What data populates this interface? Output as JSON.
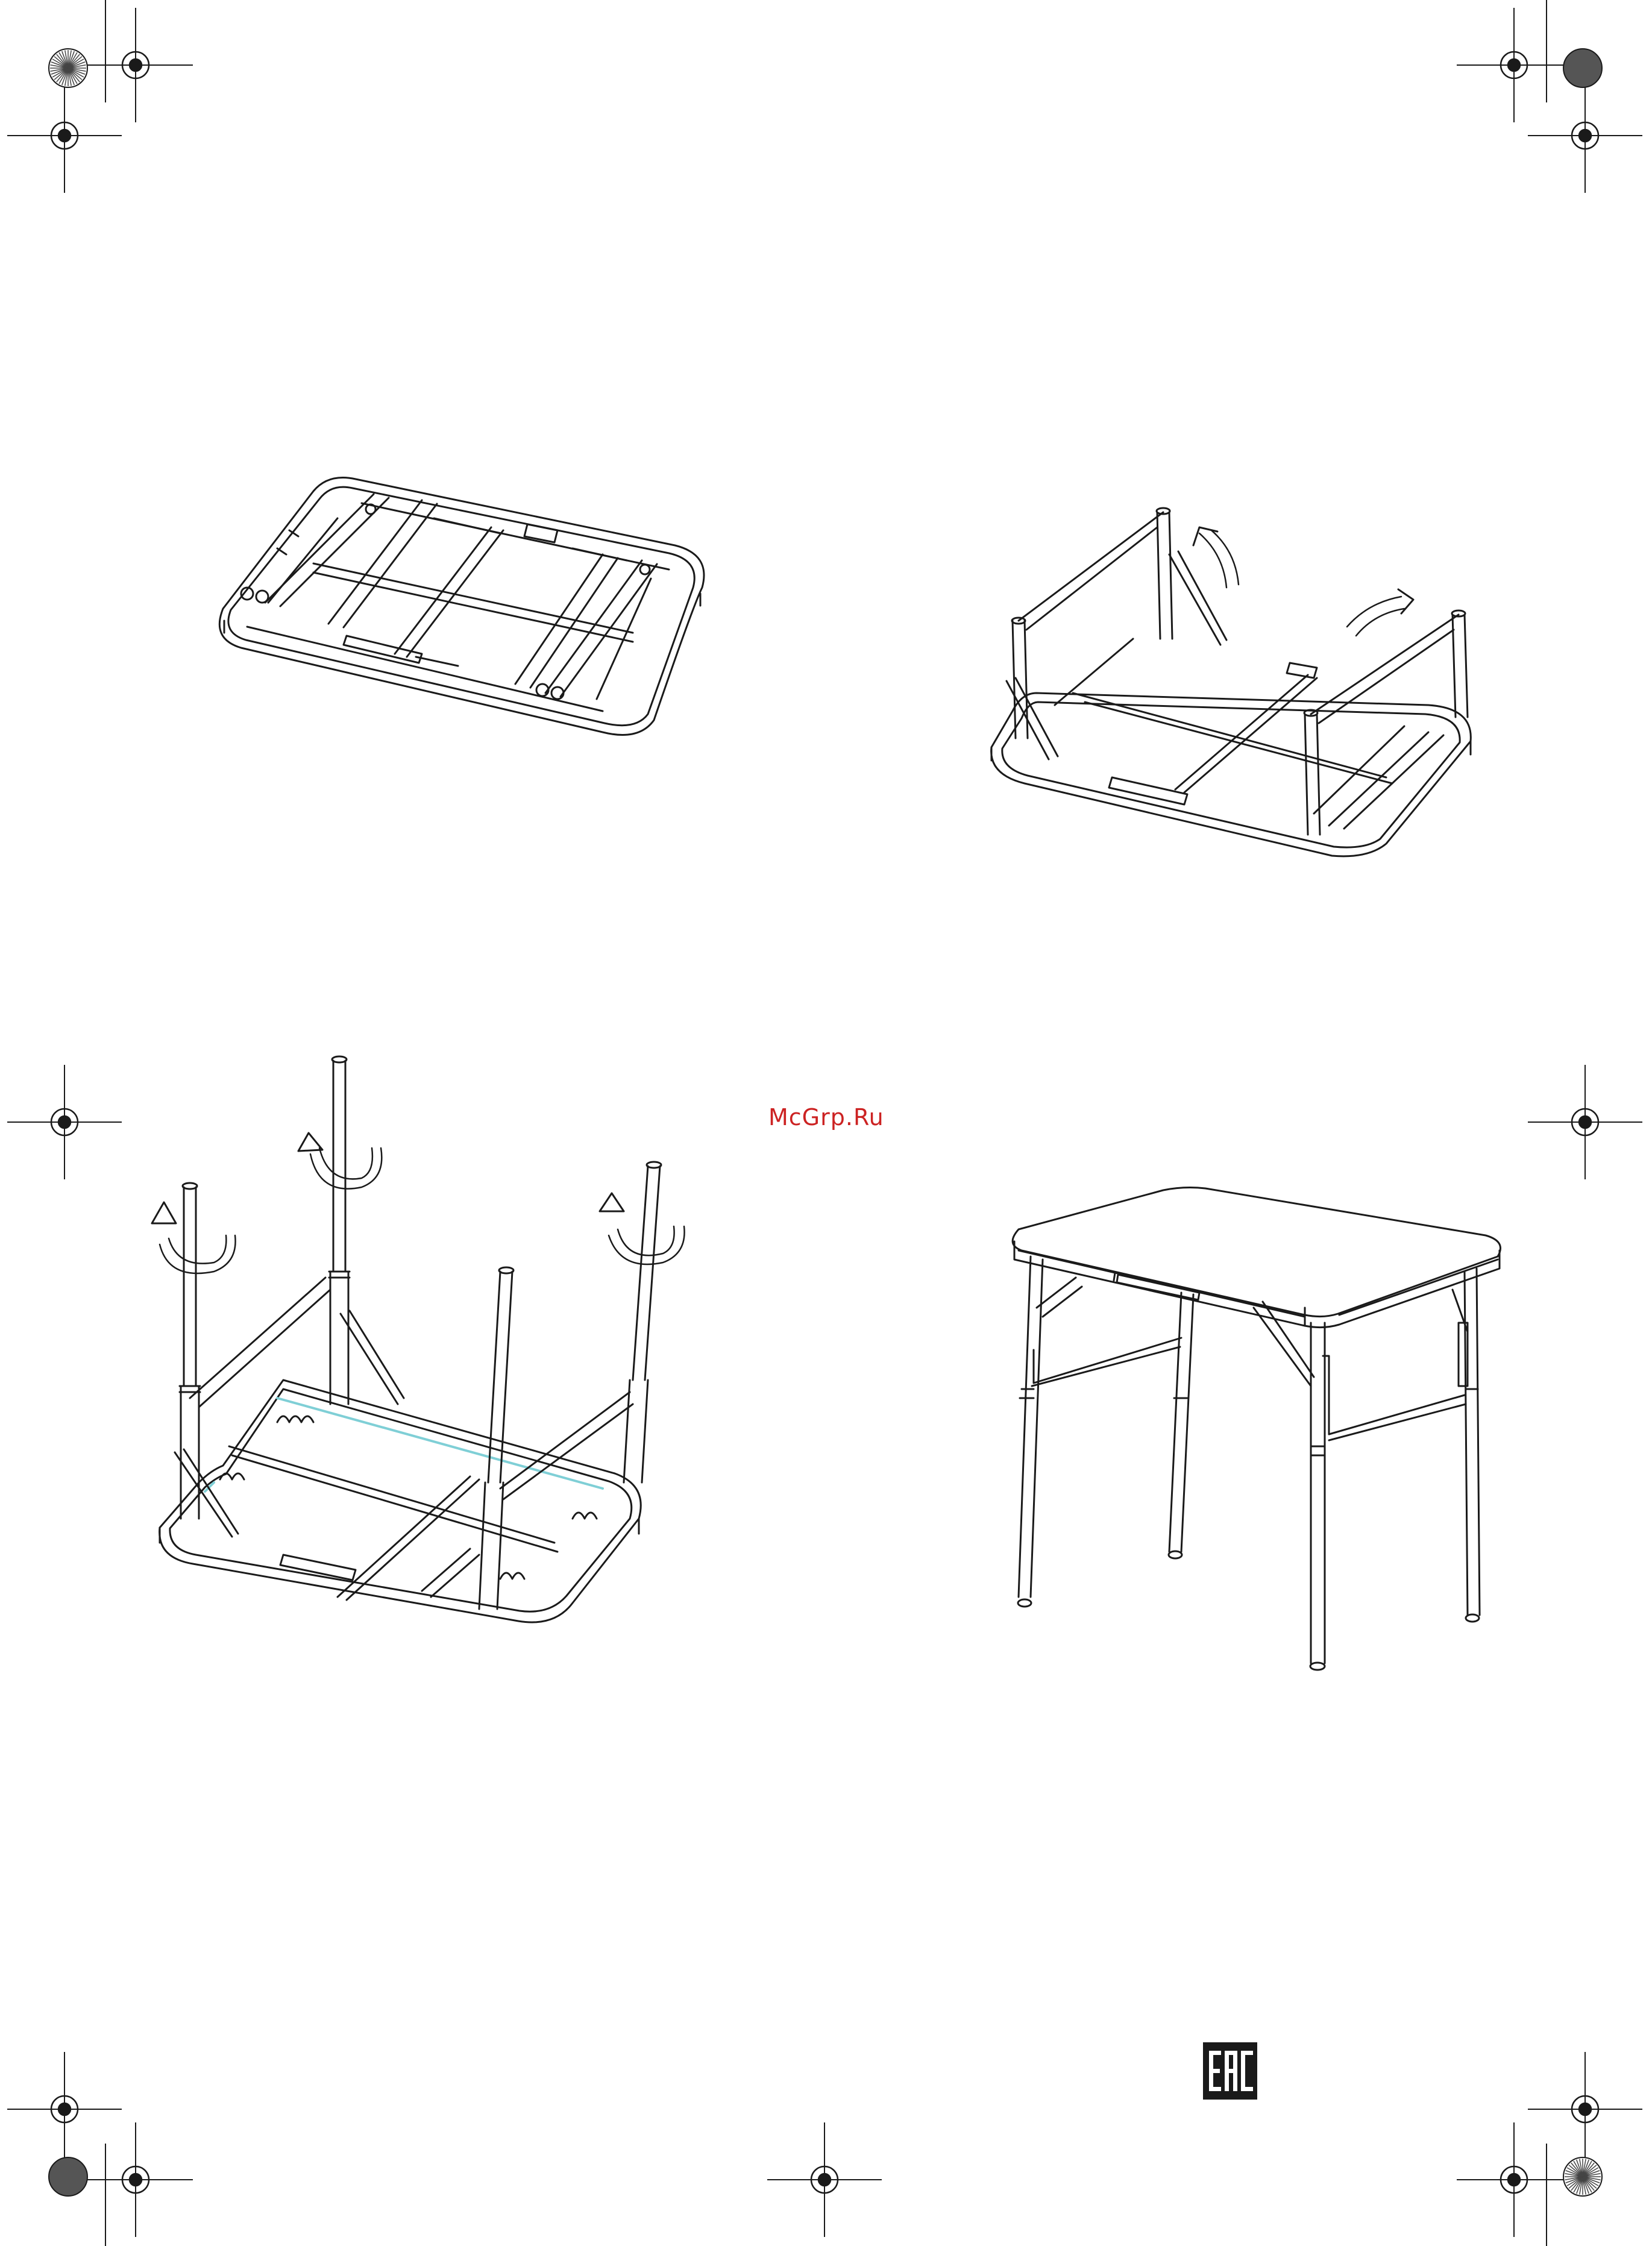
{
  "page": {
    "watermark": "McGrp.Ru",
    "certification_mark": "EAC"
  },
  "colors": {
    "ink": "#1a1a1a",
    "watermark": "#cc2222",
    "registration_dark": "#555555"
  },
  "figures": [
    {
      "id": "folded-table-underside"
    },
    {
      "id": "unfold-leg-frames",
      "arrows": 2
    },
    {
      "id": "extend-legs",
      "arrows": 3
    },
    {
      "id": "assembled-table"
    }
  ]
}
